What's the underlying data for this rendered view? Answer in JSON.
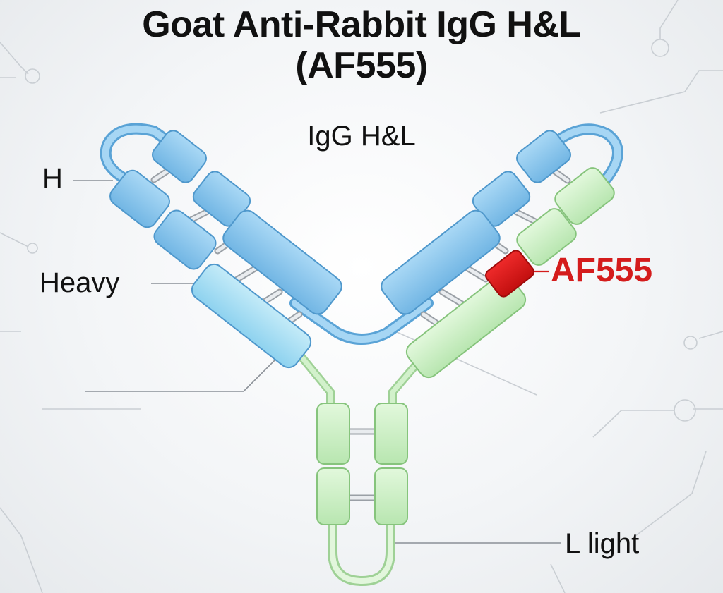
{
  "title": {
    "line1": "Goat Anti-Rabbit IgG H&L",
    "line2": "(AF555)"
  },
  "subtitle": "IgG H&L",
  "labels": {
    "h": "H",
    "heavy": "Heavy",
    "light": "L light",
    "fluorophore": "AF555"
  },
  "colors": {
    "heavy_chain": "#8cc8ee",
    "light_chain": "#c6ecc0",
    "fluorophore": "#d41c1c",
    "label_text": "#111111",
    "fluorophore_text": "#d41c1c"
  }
}
